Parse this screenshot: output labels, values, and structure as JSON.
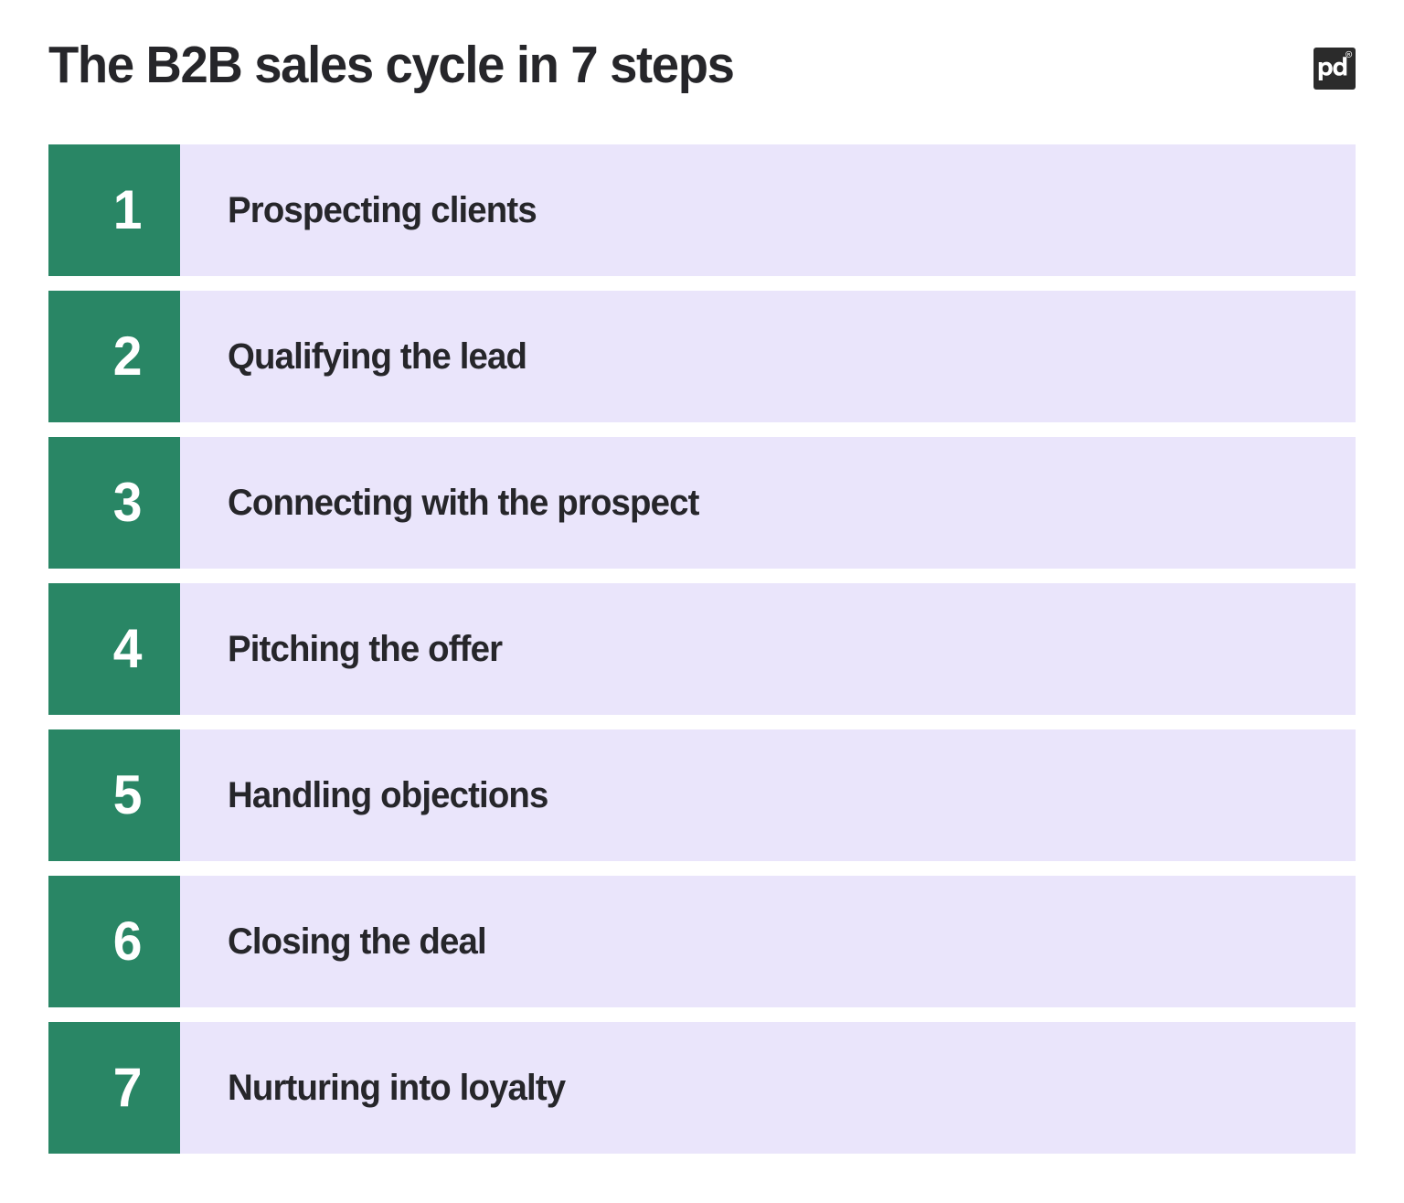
{
  "header": {
    "title": "The B2B sales cycle in 7 steps",
    "logo": {
      "name": "pipedrive-logo",
      "wordmark": "pd",
      "trademark": "®",
      "background_color": "#2b2b2b",
      "mark_color": "#ffffff"
    }
  },
  "theme": {
    "page_background": "#ffffff",
    "row_background": "#eae5fb",
    "number_block_color": "#298665",
    "number_text_color": "#ffffff",
    "label_text_color": "#26262a",
    "title_text_color": "#26262a"
  },
  "steps": [
    {
      "number": "1",
      "label": "Prospecting clients"
    },
    {
      "number": "2",
      "label": "Qualifying the lead"
    },
    {
      "number": "3",
      "label": "Connecting with the prospect"
    },
    {
      "number": "4",
      "label": "Pitching the offer"
    },
    {
      "number": "5",
      "label": "Handling objections"
    },
    {
      "number": "6",
      "label": "Closing the deal"
    },
    {
      "number": "7",
      "label": "Nurturing into loyalty"
    }
  ]
}
